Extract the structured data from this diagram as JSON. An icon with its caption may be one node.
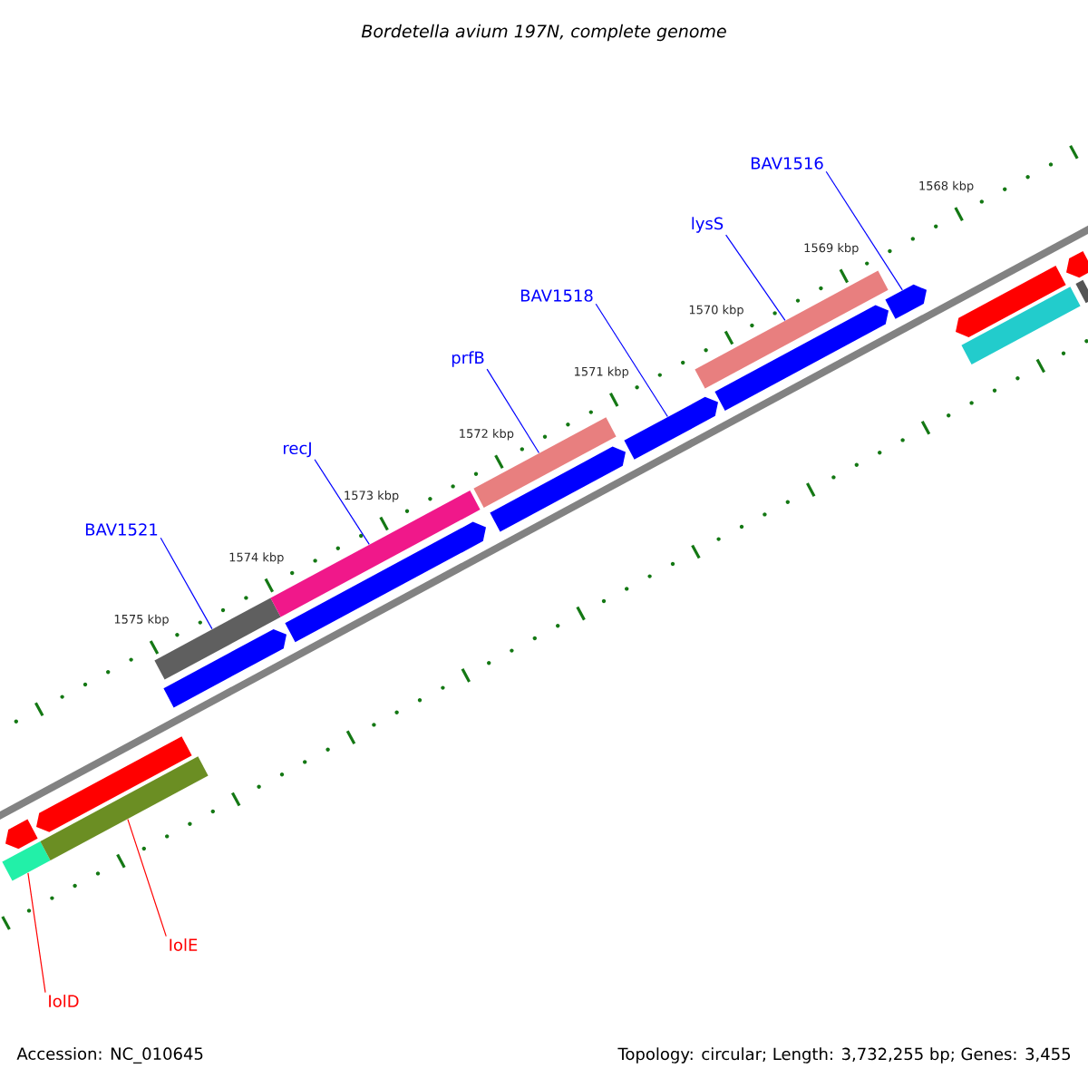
{
  "diagram": {
    "title": "Bordetella avium 197N, complete genome",
    "nodes": [
      {
        "text": [
          "BAV1516"
        ]
      },
      {
        "text": [
          "lysS"
        ]
      },
      {
        "text": [
          "BAV1518"
        ]
      },
      {
        "text": [
          "prfB"
        ]
      },
      {
        "text": [
          "recJ"
        ]
      },
      {
        "text": [
          "BAV1521"
        ]
      },
      {
        "text": [
          "IolE"
        ]
      },
      {
        "text": [
          "IolD"
        ]
      },
      {
        "text": [],
        "shape": "arrow"
      },
      {
        "text": [],
        "shape": "bar"
      },
      {
        "text": [],
        "shape": "arrow"
      },
      {
        "text": [],
        "shape": "bar"
      },
      {
        "text": [],
        "shape": "bar"
      },
      {
        "text": [],
        "shape": "arrow"
      },
      {
        "text": [],
        "shape": "bar"
      },
      {
        "text": [],
        "shape": "arrow"
      },
      {
        "text": [],
        "shape": "bar"
      },
      {
        "text": [],
        "shape": "arrow"
      },
      {
        "text": [],
        "shape": "arrow"
      },
      {
        "text": [],
        "shape": "bar"
      },
      {
        "text": [],
        "shape": "arrow"
      },
      {
        "text": [],
        "shape": "arrow"
      },
      {
        "text": [],
        "shape": "arrow"
      },
      {
        "text": [],
        "shape": "bar"
      },
      {
        "text": [],
        "shape": "arrow"
      },
      {
        "text": [],
        "shape": "bar"
      }
    ],
    "edges": [
      {
        "from": 0,
        "to": 21,
        "arrow": "none"
      },
      {
        "from": 1,
        "to": 19,
        "arrow": "none"
      },
      {
        "from": 2,
        "to": 18,
        "arrow": "none"
      },
      {
        "from": 3,
        "to": 16,
        "arrow": "none"
      },
      {
        "from": 4,
        "to": 14,
        "arrow": "none"
      },
      {
        "from": 5,
        "to": 12,
        "arrow": "none"
      },
      {
        "from": 6,
        "to": 11,
        "arrow": "none",
        "color": "#ff0000"
      },
      {
        "from": 7,
        "to": 9,
        "arrow": "none",
        "color": "#ff0000"
      }
    ],
    "labels": [
      "1568 kbp",
      "1569 kbp",
      "1570 kbp",
      "1571 kbp",
      "1572 kbp",
      "1573 kbp",
      "1574 kbp",
      "1575 kbp",
      "Accession: NC_010645",
      "Topology: circular; Length: 3,732,255 bp; Genes: 3,455"
    ]
  }
}
